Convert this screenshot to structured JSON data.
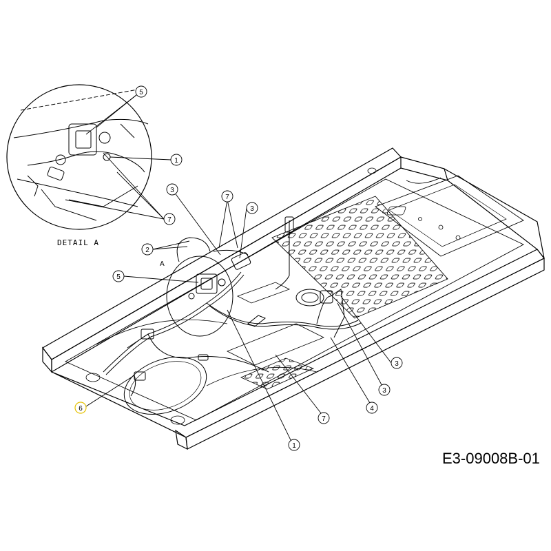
{
  "diagram": {
    "detail_label": "DETAIL A",
    "detail_ref": "A",
    "drawing_code": "E3-09008B-01",
    "callouts": [
      {
        "id": "c5-detail",
        "label": "5"
      },
      {
        "id": "c1-detail",
        "label": "1"
      },
      {
        "id": "c7-detail",
        "label": "7"
      },
      {
        "id": "c3-top",
        "label": "3"
      },
      {
        "id": "c7-top",
        "label": "7"
      },
      {
        "id": "c3-upper-right",
        "label": "3"
      },
      {
        "id": "c2",
        "label": "2"
      },
      {
        "id": "c5-main",
        "label": "5"
      },
      {
        "id": "c6",
        "label": "6"
      },
      {
        "id": "c3-right-a",
        "label": "3"
      },
      {
        "id": "c3-right-b",
        "label": "3"
      },
      {
        "id": "c4",
        "label": "4"
      },
      {
        "id": "c7-bottom",
        "label": "7"
      },
      {
        "id": "c1-bottom",
        "label": "1"
      }
    ],
    "colors": {
      "line": "#000000",
      "highlight": "#e6c200"
    }
  }
}
